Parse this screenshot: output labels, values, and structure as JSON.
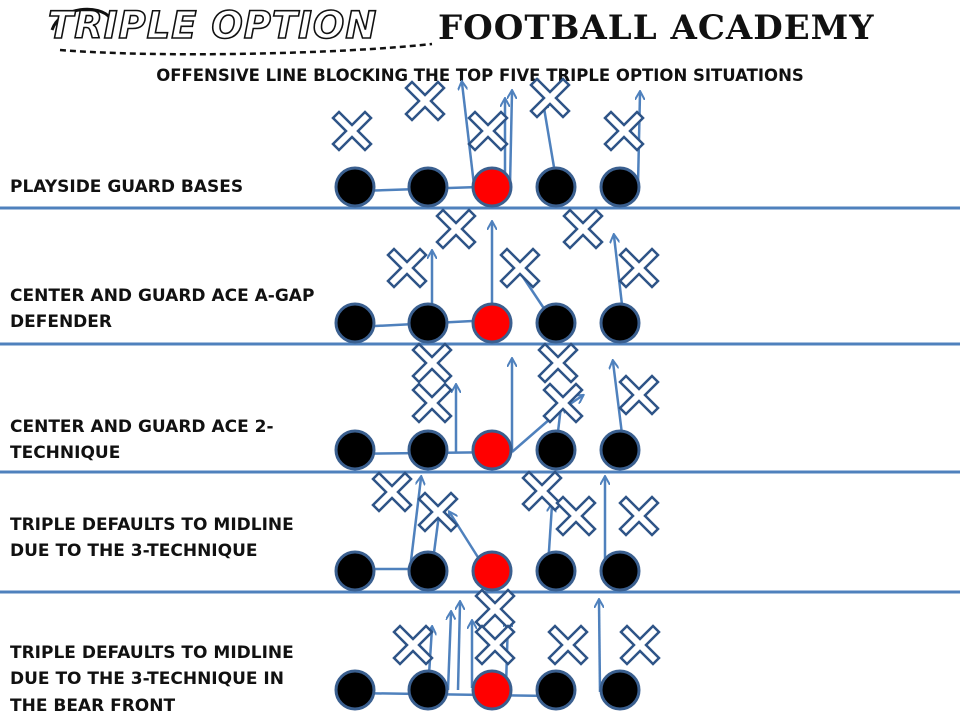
{
  "header": {
    "logo_script": "TRIPLE OPTION",
    "logo_bold": "FOOTBALL ACADEMY",
    "subtitle": "OFFENSIVE LINE BLOCKING THE TOP FIVE TRIPLE OPTION SITUATIONS"
  },
  "colors": {
    "divider": "#4f81bd",
    "arrow": "#4f81bd",
    "lineman": "#000000",
    "center": "#ff0000",
    "defender_outline": "#2e5487",
    "defender_fill": "#ffffff",
    "lineman_outline": "#3a5f8f"
  },
  "sections": [
    {
      "id": "playside-guard-bases",
      "label_lines": [
        "PLAYSIDE GUARD BASES"
      ]
    },
    {
      "id": "center-guard-ace-agap",
      "label_lines": [
        "CENTER AND GUARD ACE A-GAP",
        "DEFENDER"
      ]
    },
    {
      "id": "center-guard-ace-2tech",
      "label_lines": [
        "CENTER AND GUARD ACE 2-",
        "TECHNIQUE"
      ]
    },
    {
      "id": "midline-3tech",
      "label_lines": [
        "TRIPLE DEFAULTS TO MIDLINE",
        "DUE TO THE 3-TECHNIQUE"
      ]
    },
    {
      "id": "midline-3tech-bear",
      "label_lines": [
        "TRIPLE DEFAULTS TO MIDLINE",
        "DUE TO THE 3-TECHNIQUE IN",
        "THE BEAR FRONT"
      ]
    }
  ]
}
